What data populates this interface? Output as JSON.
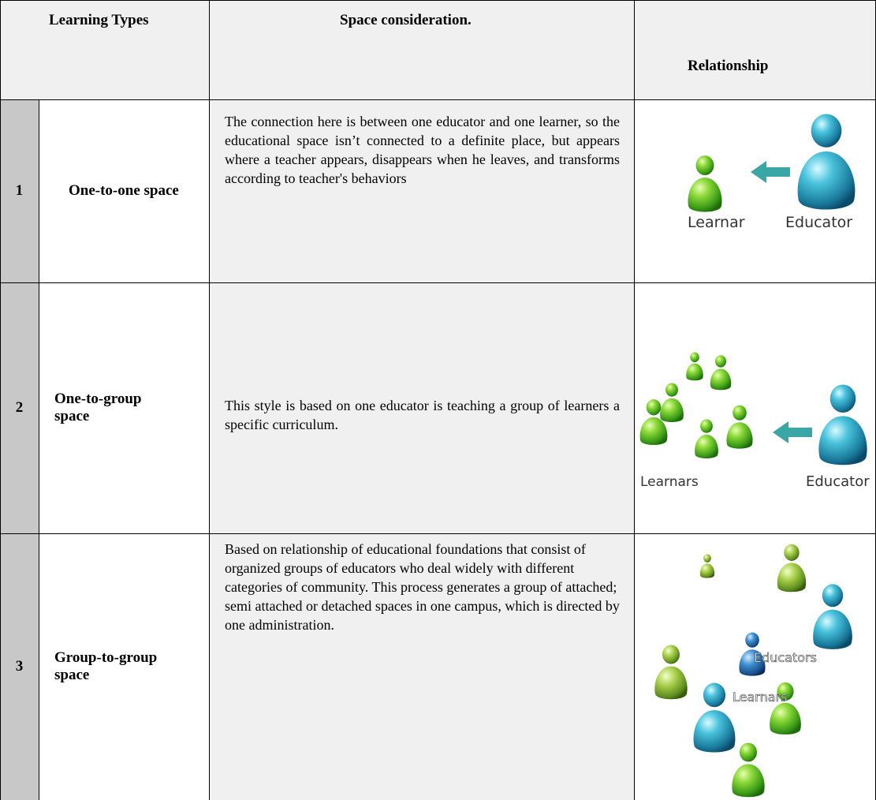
{
  "header": {
    "learning_types": "Learning Types",
    "space_consideration": "Space consideration.",
    "relationship": "Relationship"
  },
  "rows": [
    {
      "number": "1",
      "type": "One-to-one space",
      "description": "The connection here is between one educator and one learner, so the educational space isn’t connected to a definite place, but appears where a teacher appears, disappears when he leaves, and transforms according to teacher's behaviors",
      "labels": {
        "left": "Learnar",
        "right": "Educator"
      }
    },
    {
      "number": "2",
      "type": "One-to-group space",
      "description": "This style is based on one educator is teaching a group of learners a specific curriculum.",
      "labels": {
        "left": "Learnars",
        "right": "Educator"
      }
    },
    {
      "number": "3",
      "type": "Group-to-group space",
      "description": "Based on relationship of educational foundations that consist of organized groups of educators who deal widely with different categories of community. This process generates a group of attached; semi attached or detached spaces in one campus, which is directed by one administration.",
      "labels": {
        "top": "Educators",
        "bottom": "Learnars"
      }
    }
  ],
  "colors": {
    "header_bg": "#f0f0f0",
    "number_bg": "#c8c8c8",
    "learner_green": "#5cb82a",
    "educator_teal": "#2aa0c0",
    "arrow": "#3aa6a6"
  }
}
